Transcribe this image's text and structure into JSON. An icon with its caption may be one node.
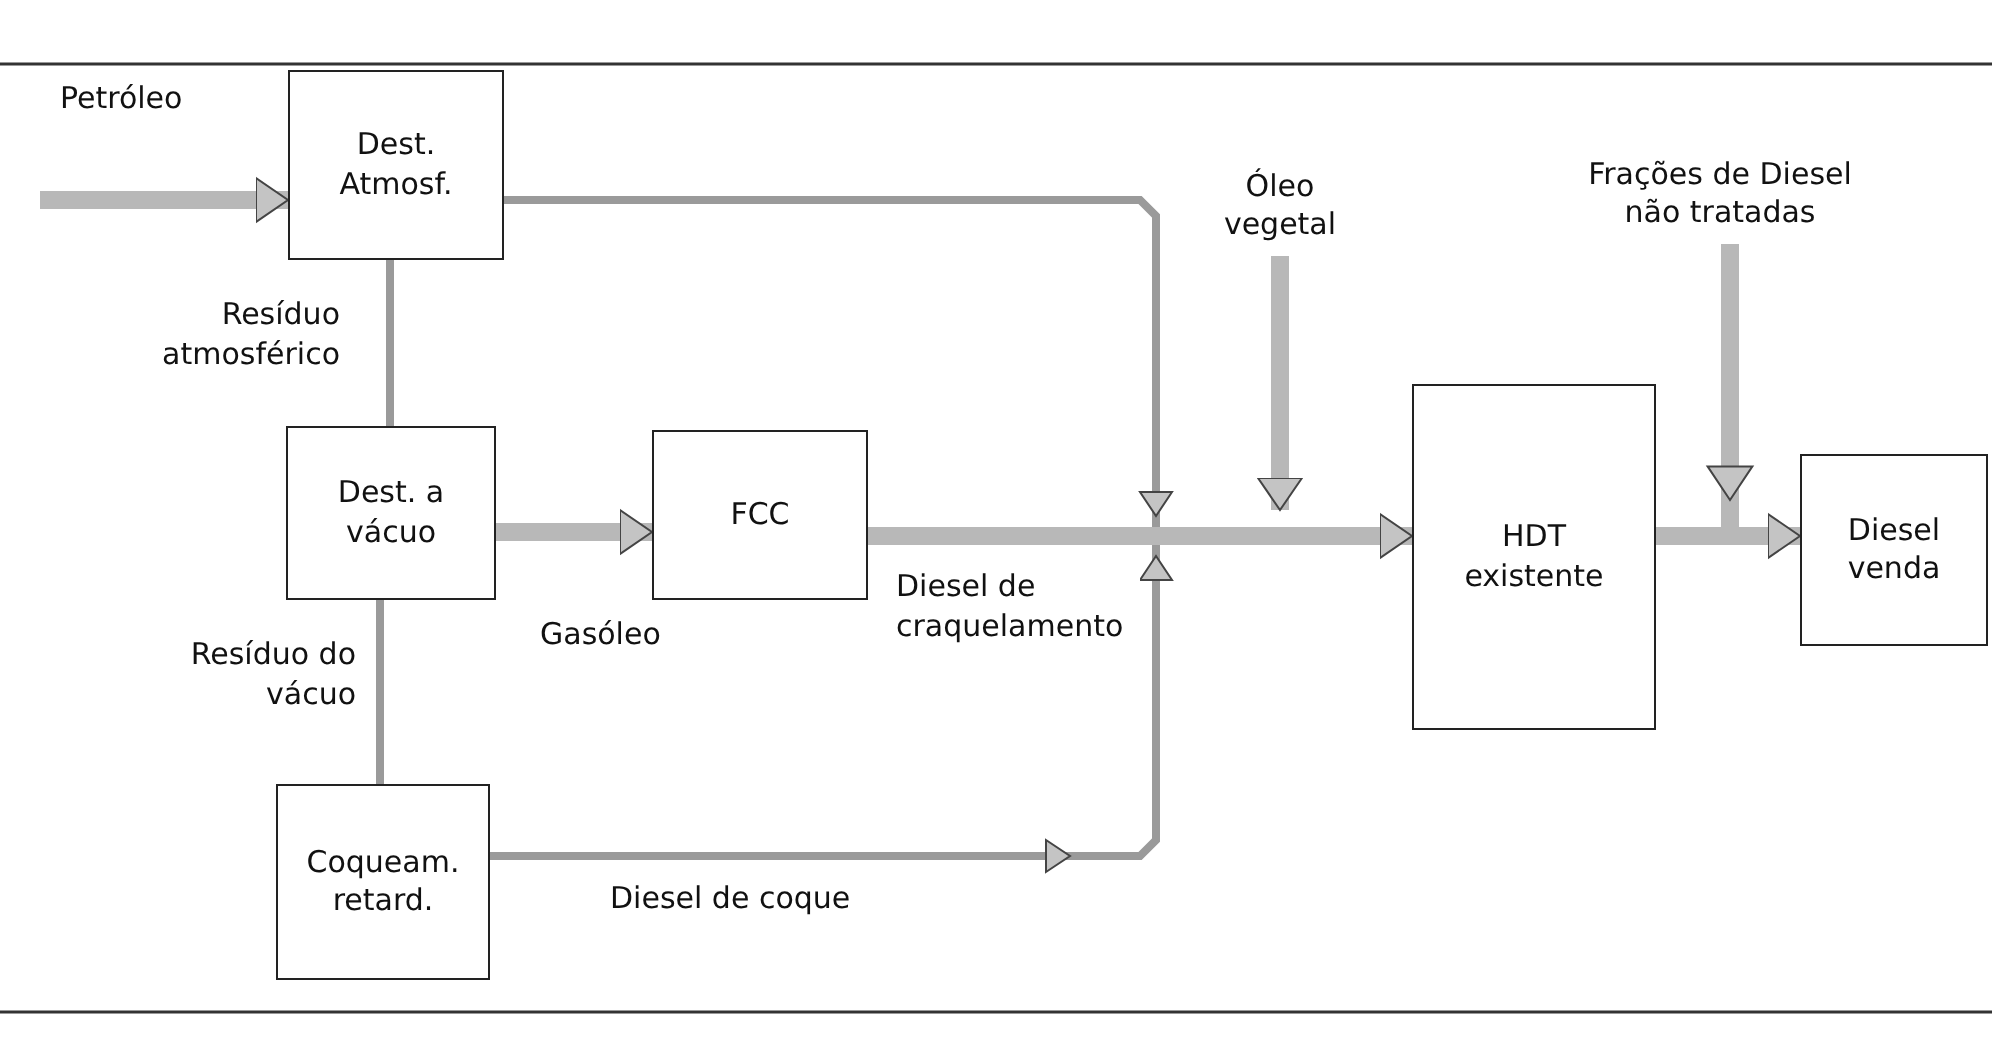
{
  "diagram": {
    "nodes": [
      {
        "text": [
          "Dest. Atmosf."
        ]
      },
      {
        "text": [
          "Dest. a vácuo"
        ]
      },
      {
        "text": [
          "FCC"
        ]
      },
      {
        "text": [
          "HDT existente"
        ]
      },
      {
        "text": [
          "Diesel venda"
        ]
      },
      {
        "text": [
          "Coqueam. retard."
        ]
      },
      {
        "text": [
          "Óleo vegetal"
        ]
      },
      {
        "text": [
          "Frações de Diesel não tratadas"
        ]
      }
    ],
    "edges": [
      {
        "from": null,
        "to": 0,
        "arrow": "to",
        "label": "Petróleo"
      },
      {
        "from": 0,
        "to": 1,
        "arrow": "none",
        "label": "Resíduo atmosférico"
      },
      {
        "from": 1,
        "to": 2,
        "arrow": "to",
        "label": "Gasóleo"
      },
      {
        "from": 1,
        "to": 5,
        "arrow": "none",
        "label": "Resíduo do vácuo"
      },
      {
        "from": 2,
        "to": 3,
        "arrow": "to",
        "label": "Diesel de craquelamento"
      },
      {
        "from": 0,
        "to": 3,
        "arrow": "to"
      },
      {
        "from": 5,
        "to": 3,
        "arrow": "to",
        "label": "Diesel de coque"
      },
      {
        "from": 6,
        "to": null,
        "arrow": "to"
      },
      {
        "from": 3,
        "to": 4,
        "arrow": "to"
      },
      {
        "from": 7,
        "to": 4,
        "arrow": "to"
      }
    ]
  }
}
